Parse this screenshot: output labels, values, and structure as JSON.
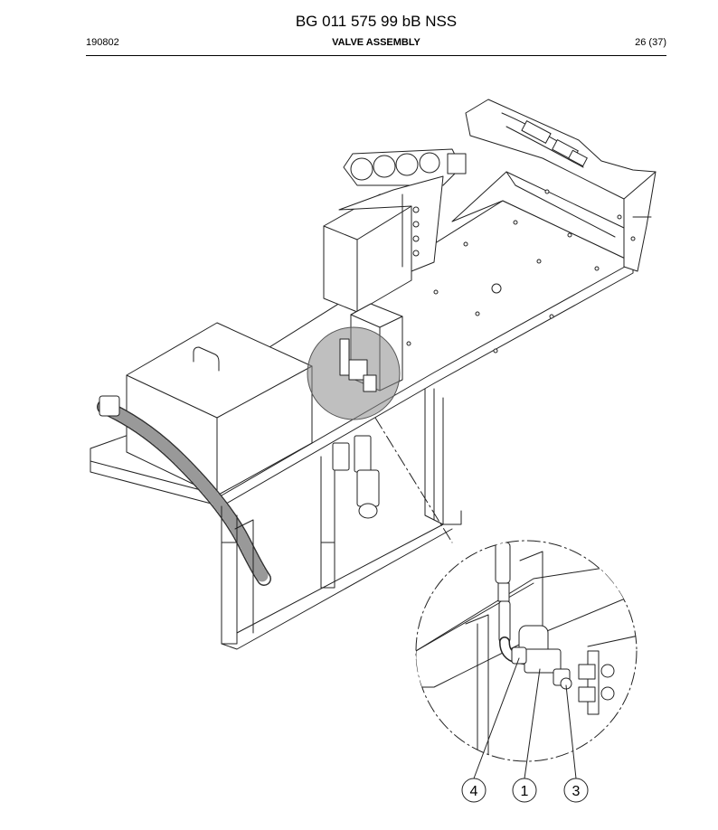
{
  "header": {
    "document_id": "BG 011 575 99 bB NSS",
    "date_code": "190802",
    "section_title": "VALVE ASSEMBLY",
    "page_indicator": "26 (37)"
  },
  "callouts": [
    {
      "label": "4"
    },
    {
      "label": "1"
    },
    {
      "label": "3"
    }
  ]
}
